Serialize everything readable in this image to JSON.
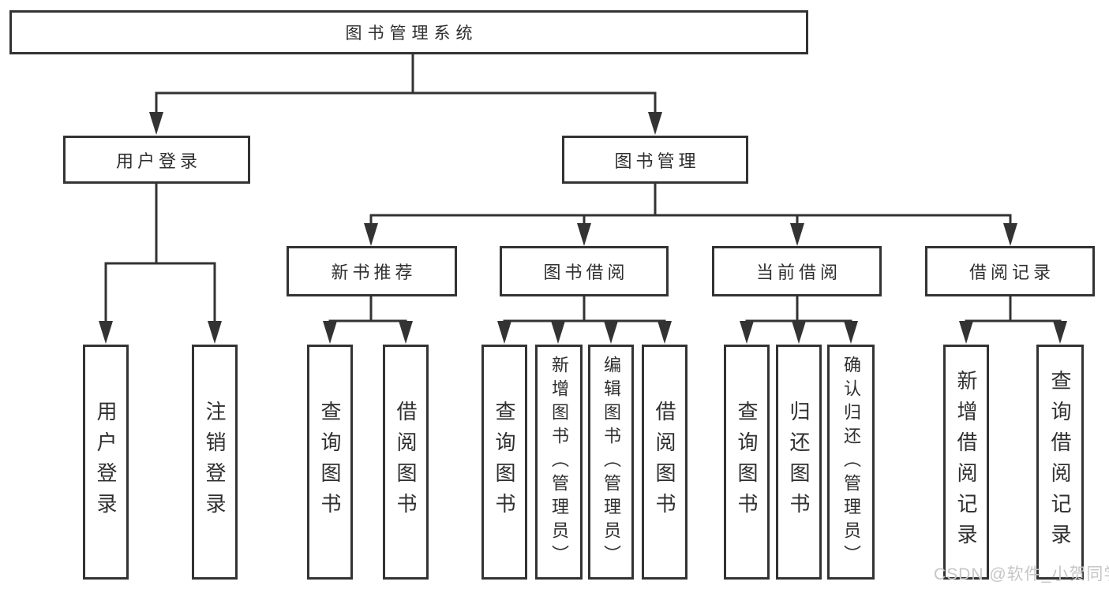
{
  "nodes": {
    "root": "图书管理系统",
    "user_login": "用户登录",
    "book_management": "图书管理",
    "new_book_recommend": "新书推荐",
    "book_borrow": "图书借阅",
    "current_borrow": "当前借阅",
    "borrow_records": "借阅记录",
    "user_login_children": [
      "用户登录",
      "注销登录"
    ],
    "new_book_recommend_children": [
      "查询图书",
      "借阅图书"
    ],
    "book_borrow_children": [
      "查询图书",
      "新增图书（管理员）",
      "编辑图书（管理员）",
      "借阅图书"
    ],
    "current_borrow_children": [
      "查询图书",
      "归还图书",
      "确认归还（管理员）"
    ],
    "borrow_records_children": [
      "新增借阅记录",
      "查询借阅记录"
    ]
  },
  "watermark": "CSDN @软件_小贺同学",
  "colors": {
    "line": "#333333",
    "text": "#2f2f2f",
    "background": "#ffffff",
    "watermark": "#c6c6c6"
  }
}
